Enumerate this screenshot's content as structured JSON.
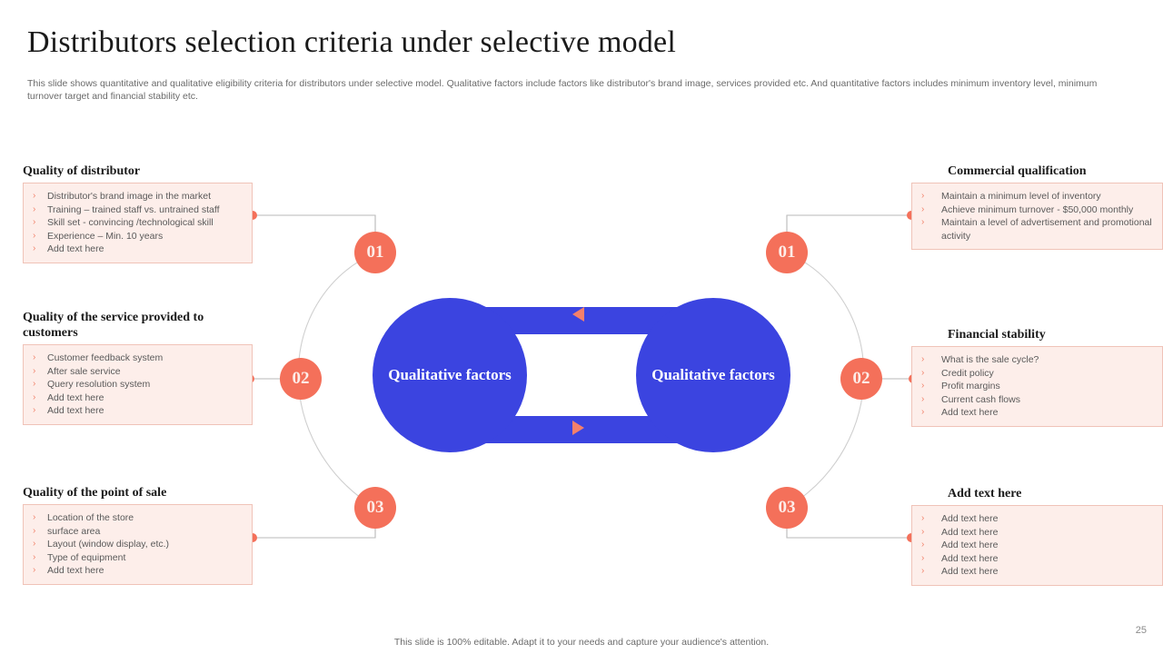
{
  "header": {
    "title": "Distributors selection criteria under selective model",
    "subtitle": "This slide shows quantitative and qualitative eligibility criteria for distributors under selective model. Qualitative factors include factors like distributor's brand image, services provided etc. And quantitative factors includes minimum inventory level, minimum turnover target and financial stability etc."
  },
  "center": {
    "left_circle_label": "Qualitative factors",
    "right_circle_label": "Qualitative factors",
    "left_arrow_icon": "triangle-left-icon",
    "right_arrow_icon": "triangle-right-icon",
    "circle_color": "#3b44e0",
    "arrow_color": "#f4806b"
  },
  "badges": {
    "left": [
      "01",
      "02",
      "03"
    ],
    "right": [
      "01",
      "02",
      "03"
    ],
    "color": "#f4705a"
  },
  "bullet_mark": "›",
  "left_blocks": [
    {
      "heading": "Quality of distributor",
      "items": [
        "Distributor's brand image in the market",
        "Training – trained staff vs. untrained staff",
        "Skill set  - convincing /technological skill",
        "Experience – Min. 10 years",
        "Add text here"
      ]
    },
    {
      "heading": "Quality of the service provided to customers",
      "items": [
        "Customer feedback system",
        "After  sale service",
        "Query resolution system",
        "Add text here",
        "Add text here"
      ]
    },
    {
      "heading": "Quality of the point of sale",
      "items": [
        "Location of the store",
        "surface area",
        "Layout (window display, etc.)",
        "Type of equipment",
        "Add text here"
      ]
    }
  ],
  "right_blocks": [
    {
      "heading": "Commercial qualification",
      "items": [
        "Maintain a minimum level of inventory",
        "Achieve minimum turnover - $50,000 monthly",
        "Maintain a level of advertisement and promotional activity"
      ]
    },
    {
      "heading": "Financial stability",
      "items": [
        "What is the sale cycle?",
        "Credit policy",
        "Profit margins",
        "Current cash flows",
        "Add text here"
      ]
    },
    {
      "heading": "Add text here",
      "items": [
        "Add text here",
        "Add text here",
        "Add text here",
        "Add text here",
        "Add text here"
      ]
    }
  ],
  "footer": {
    "note": "This slide is 100% editable. Adapt it to your needs and capture your audience's attention.",
    "page_number": "25"
  }
}
